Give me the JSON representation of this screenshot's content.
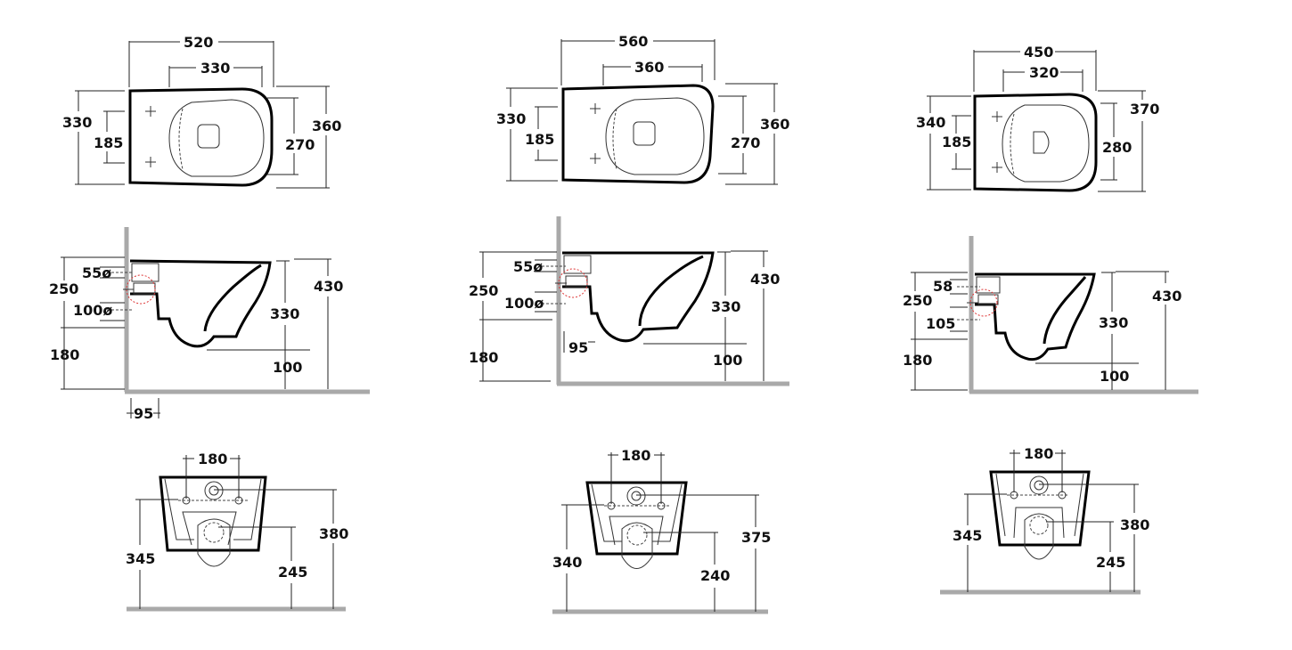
{
  "models": [
    {
      "top": {
        "overall_width": "520",
        "seat_width": "330",
        "left_height": "330",
        "hole_spacing": "185",
        "inner_height": "270",
        "right_height": "360"
      },
      "side": {
        "drain_height": "55ø",
        "inlet": "100ø",
        "h250": "250",
        "h180": "180",
        "h330": "330",
        "h100": "100",
        "h430": "430",
        "wall_offset": "95"
      },
      "rear": {
        "hole_spacing": "180",
        "h345": "345",
        "h245": "245",
        "h380": "380"
      }
    },
    {
      "top": {
        "overall_width": "560",
        "seat_width": "360",
        "left_height": "330",
        "hole_spacing": "185",
        "inner_height": "270",
        "right_height": "360"
      },
      "side": {
        "drain_height": "55ø",
        "inlet": "100ø",
        "h250": "250",
        "h180": "180",
        "h330": "330",
        "h100": "100",
        "h430": "430",
        "wall_offset": "95"
      },
      "rear": {
        "hole_spacing": "180",
        "h345": "340",
        "h245": "240",
        "h380": "375"
      }
    },
    {
      "top": {
        "overall_width": "450",
        "seat_width": "320",
        "left_height": "340",
        "hole_spacing": "185",
        "inner_height": "280",
        "right_height": "370"
      },
      "side": {
        "drain_height": "58",
        "inlet": "105",
        "h250": "250",
        "h180": "180",
        "h330": "330",
        "h100": "100",
        "h430": "430"
      },
      "rear": {
        "hole_spacing": "180",
        "h345": "345",
        "h245": "245",
        "h380": "380"
      }
    }
  ]
}
